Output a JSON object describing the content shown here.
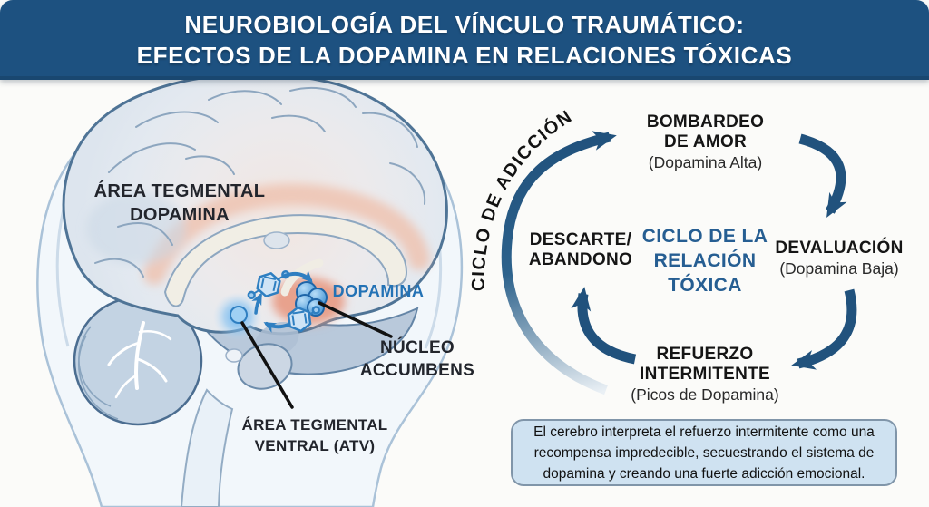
{
  "header": {
    "line1": "NEUROBIOLOGÍA DEL VÍNCULO TRAUMÁTICO:",
    "line2": "EFECTOS DE LA DOPAMINA EN RELACIONES TÓXICAS",
    "bg_color": "#1d5180",
    "text_color": "#ffffff"
  },
  "brain": {
    "area_tegmental": {
      "line1": "ÁREA TEGMENTAL",
      "line2": "DOPAMINA"
    },
    "dopamina_label": "DOPAMINA",
    "nucleo": {
      "line1": "NÚCLEO",
      "line2": "ACCUMBENS"
    },
    "atv": {
      "line1": "ÁREA TEGMENTAL",
      "line2": "VENTRAL (ATV)"
    },
    "accent_color": "#2372b5",
    "molecule_icon": "dopamine-molecule",
    "glow_color": "#5fb0f0"
  },
  "cycle": {
    "curved_label": "CICLO DE ADICCIÓN",
    "center": {
      "line1": "CICLO DE LA",
      "line2": "RELACIÓN",
      "line3": "TÓXICA",
      "color": "#265e92"
    },
    "bombardeo": {
      "line1": "BOMBARDEO",
      "line2": "DE AMOR",
      "sub": "(Dopamina Alta)"
    },
    "devaluacion": {
      "line1": "DEVALUACIÓN",
      "sub": "(Dopamina Baja)"
    },
    "refuerzo": {
      "line1": "REFUERZO",
      "line2": "INTERMITENTE",
      "sub": "(Picos de Dopamina)"
    },
    "descarte": {
      "line1": "DESCARTE/",
      "line2": "ABANDONO"
    },
    "arrow_color": "#21527d"
  },
  "note": {
    "text": "El cerebro interpreta el refuerzo intermitente como una recompensa impredecible, secuestrando el sistema de dopamina y creando una fuerte adicción emocional.",
    "bg_color": "#cfe2f1",
    "border_color": "#8095a9"
  }
}
